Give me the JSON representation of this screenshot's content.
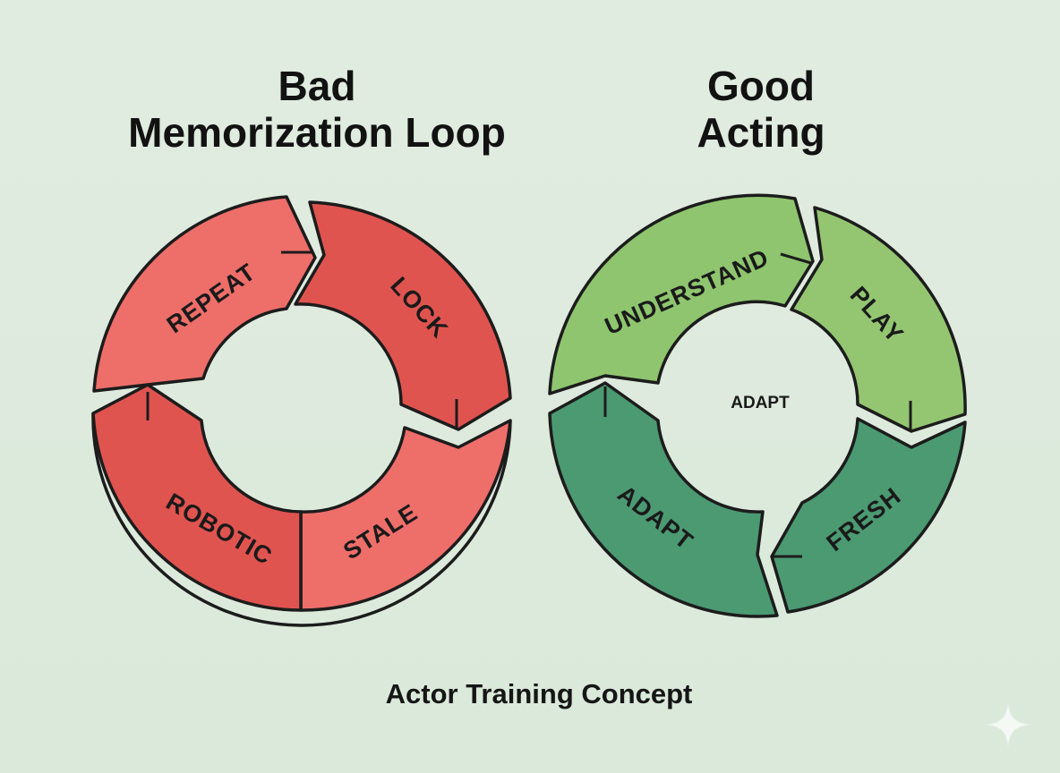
{
  "titles": {
    "bad_line1": "Bad",
    "bad_line2": "Memorization Loop",
    "good_line1": "Good",
    "good_line2": "Acting"
  },
  "bad_cycle": {
    "segments": [
      {
        "label": "REPEAT",
        "color": "#ee6e6a"
      },
      {
        "label": "LOCK",
        "color": "#e05450"
      },
      {
        "label": "STALE",
        "color": "#ee6e6a"
      },
      {
        "label": "ROBOTIC",
        "color": "#e05450"
      }
    ]
  },
  "good_cycle": {
    "center_label": "ADAPT",
    "segments": [
      {
        "label": "UNDERSTAND",
        "color": "#8ec56e"
      },
      {
        "label": "PLAY",
        "color": "#94c672"
      },
      {
        "label": "FRESH",
        "color": "#4b9a72"
      },
      {
        "label": "ADAPT",
        "color": "#4b9a72"
      }
    ]
  },
  "caption": "Actor Training Concept",
  "colors": {
    "background": "#ddeadc",
    "outline": "#1c1c1c",
    "text": "#121212"
  },
  "icons": {
    "watermark": "sparkle-icon"
  }
}
